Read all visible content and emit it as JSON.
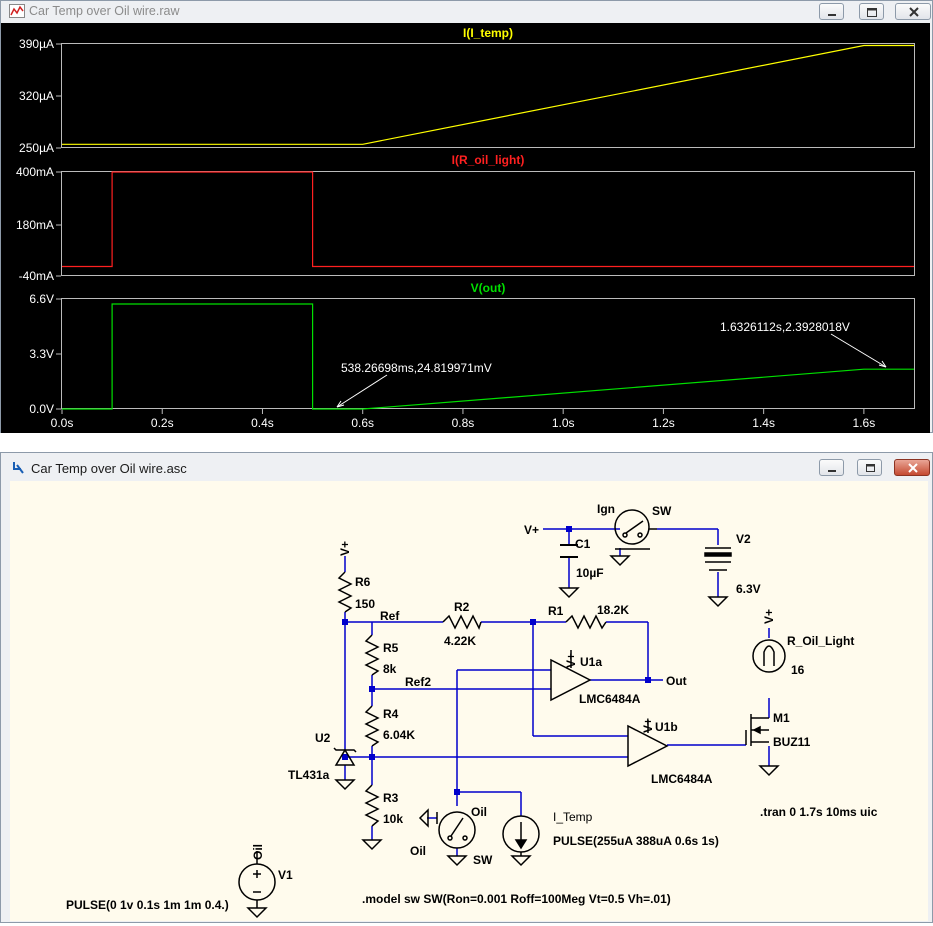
{
  "waveform_window": {
    "title": "Car Temp over Oil wire.raw",
    "panes": [
      {
        "trace": "I(I_temp)",
        "color": "#ffff00",
        "y_ticks": [
          "390µA",
          "320µA",
          "250µA"
        ]
      },
      {
        "trace": "I(R_oil_light)",
        "color": "#ff2020",
        "y_ticks": [
          "400mA",
          "180mA",
          "-40mA"
        ]
      },
      {
        "trace": "V(out)",
        "color": "#00e000",
        "y_ticks": [
          "6.6V",
          "3.3V",
          "0.0V"
        ]
      }
    ],
    "x_ticks": [
      "0.0s",
      "0.2s",
      "0.4s",
      "0.6s",
      "0.8s",
      "1.0s",
      "1.2s",
      "1.4s",
      "1.6s"
    ],
    "cursor_labels": [
      "538.26698ms,24.819971mV",
      "1.6326112s,2.3928018V"
    ]
  },
  "chart_data": [
    {
      "type": "line",
      "title": "I(I_temp)",
      "x": [
        0.0,
        0.6,
        1.6,
        1.7
      ],
      "values": [
        255,
        255,
        388,
        388
      ],
      "ylim": [
        250,
        390
      ],
      "xlim": [
        0,
        1.7
      ],
      "y_unit": "µA",
      "x_unit": "s",
      "color": "#ffff00"
    },
    {
      "type": "line",
      "title": "I(R_oil_light)",
      "x": [
        0.0,
        0.1,
        0.1,
        0.5,
        0.5,
        1.7
      ],
      "values": [
        0,
        0,
        400,
        400,
        0,
        0
      ],
      "ylim": [
        -40,
        400
      ],
      "xlim": [
        0,
        1.7
      ],
      "y_unit": "mA",
      "x_unit": "s",
      "color": "#ff2020"
    },
    {
      "type": "line",
      "title": "V(out)",
      "x": [
        0.0,
        0.1,
        0.1,
        0.5,
        0.5,
        0.6,
        1.6,
        1.7
      ],
      "values": [
        0,
        0,
        6.3,
        6.3,
        0,
        0,
        2.39,
        2.39
      ],
      "ylim": [
        0,
        6.6
      ],
      "xlim": [
        0,
        1.7
      ],
      "y_unit": "V",
      "x_unit": "s",
      "color": "#00e000"
    }
  ],
  "schematic_window": {
    "title": "Car Temp over Oil wire.asc",
    "labels": {
      "vplus_a": "V+",
      "vplus_b": "V+",
      "vplus_c": "V+",
      "vplus_d": "V+",
      "vplus_e": "V+",
      "ign": "Ign",
      "sw": "SW",
      "c1": "C1",
      "c1_val": "10µF",
      "v2": "V2",
      "v2_val": "6.3V",
      "r6": "R6",
      "r6_val": "150",
      "ref": "Ref",
      "r2": "R2",
      "r2_val": "4.22K",
      "r1": "R1",
      "r1_val": "18.2K",
      "r5": "R5",
      "r5_val": "8k",
      "u1a": "U1a",
      "u1a_val": "LMC6484A",
      "out": "Out",
      "ref2": "Ref2",
      "r_oil_light": "R_Oil_Light",
      "r_oil_light_val": "16",
      "r4": "R4",
      "r4_val": "6.04K",
      "u1b": "U1b",
      "u1b_val": "LMC6484A",
      "m1": "M1",
      "m1_val": "BUZ11",
      "u2": "U2",
      "u2_val": "TL431a",
      "r3": "R3",
      "r3_val": "10k",
      "oil": "Oil",
      "oil2": "Oil",
      "sw2": "SW",
      "i_temp": "I_Temp",
      "i_temp_val": "PULSE(255uA 388uA 0.6s 1s)",
      "tran": ".tran 0 1.7s 10ms uic",
      "oil_v1": "Oil",
      "v1": "V1",
      "v1_val": "PULSE(0 1v 0.1s 1m 1m 0.4.)",
      "model": ".model sw SW(Ron=0.001 Roff=100Meg Vt=0.5 Vh=.01)"
    }
  }
}
